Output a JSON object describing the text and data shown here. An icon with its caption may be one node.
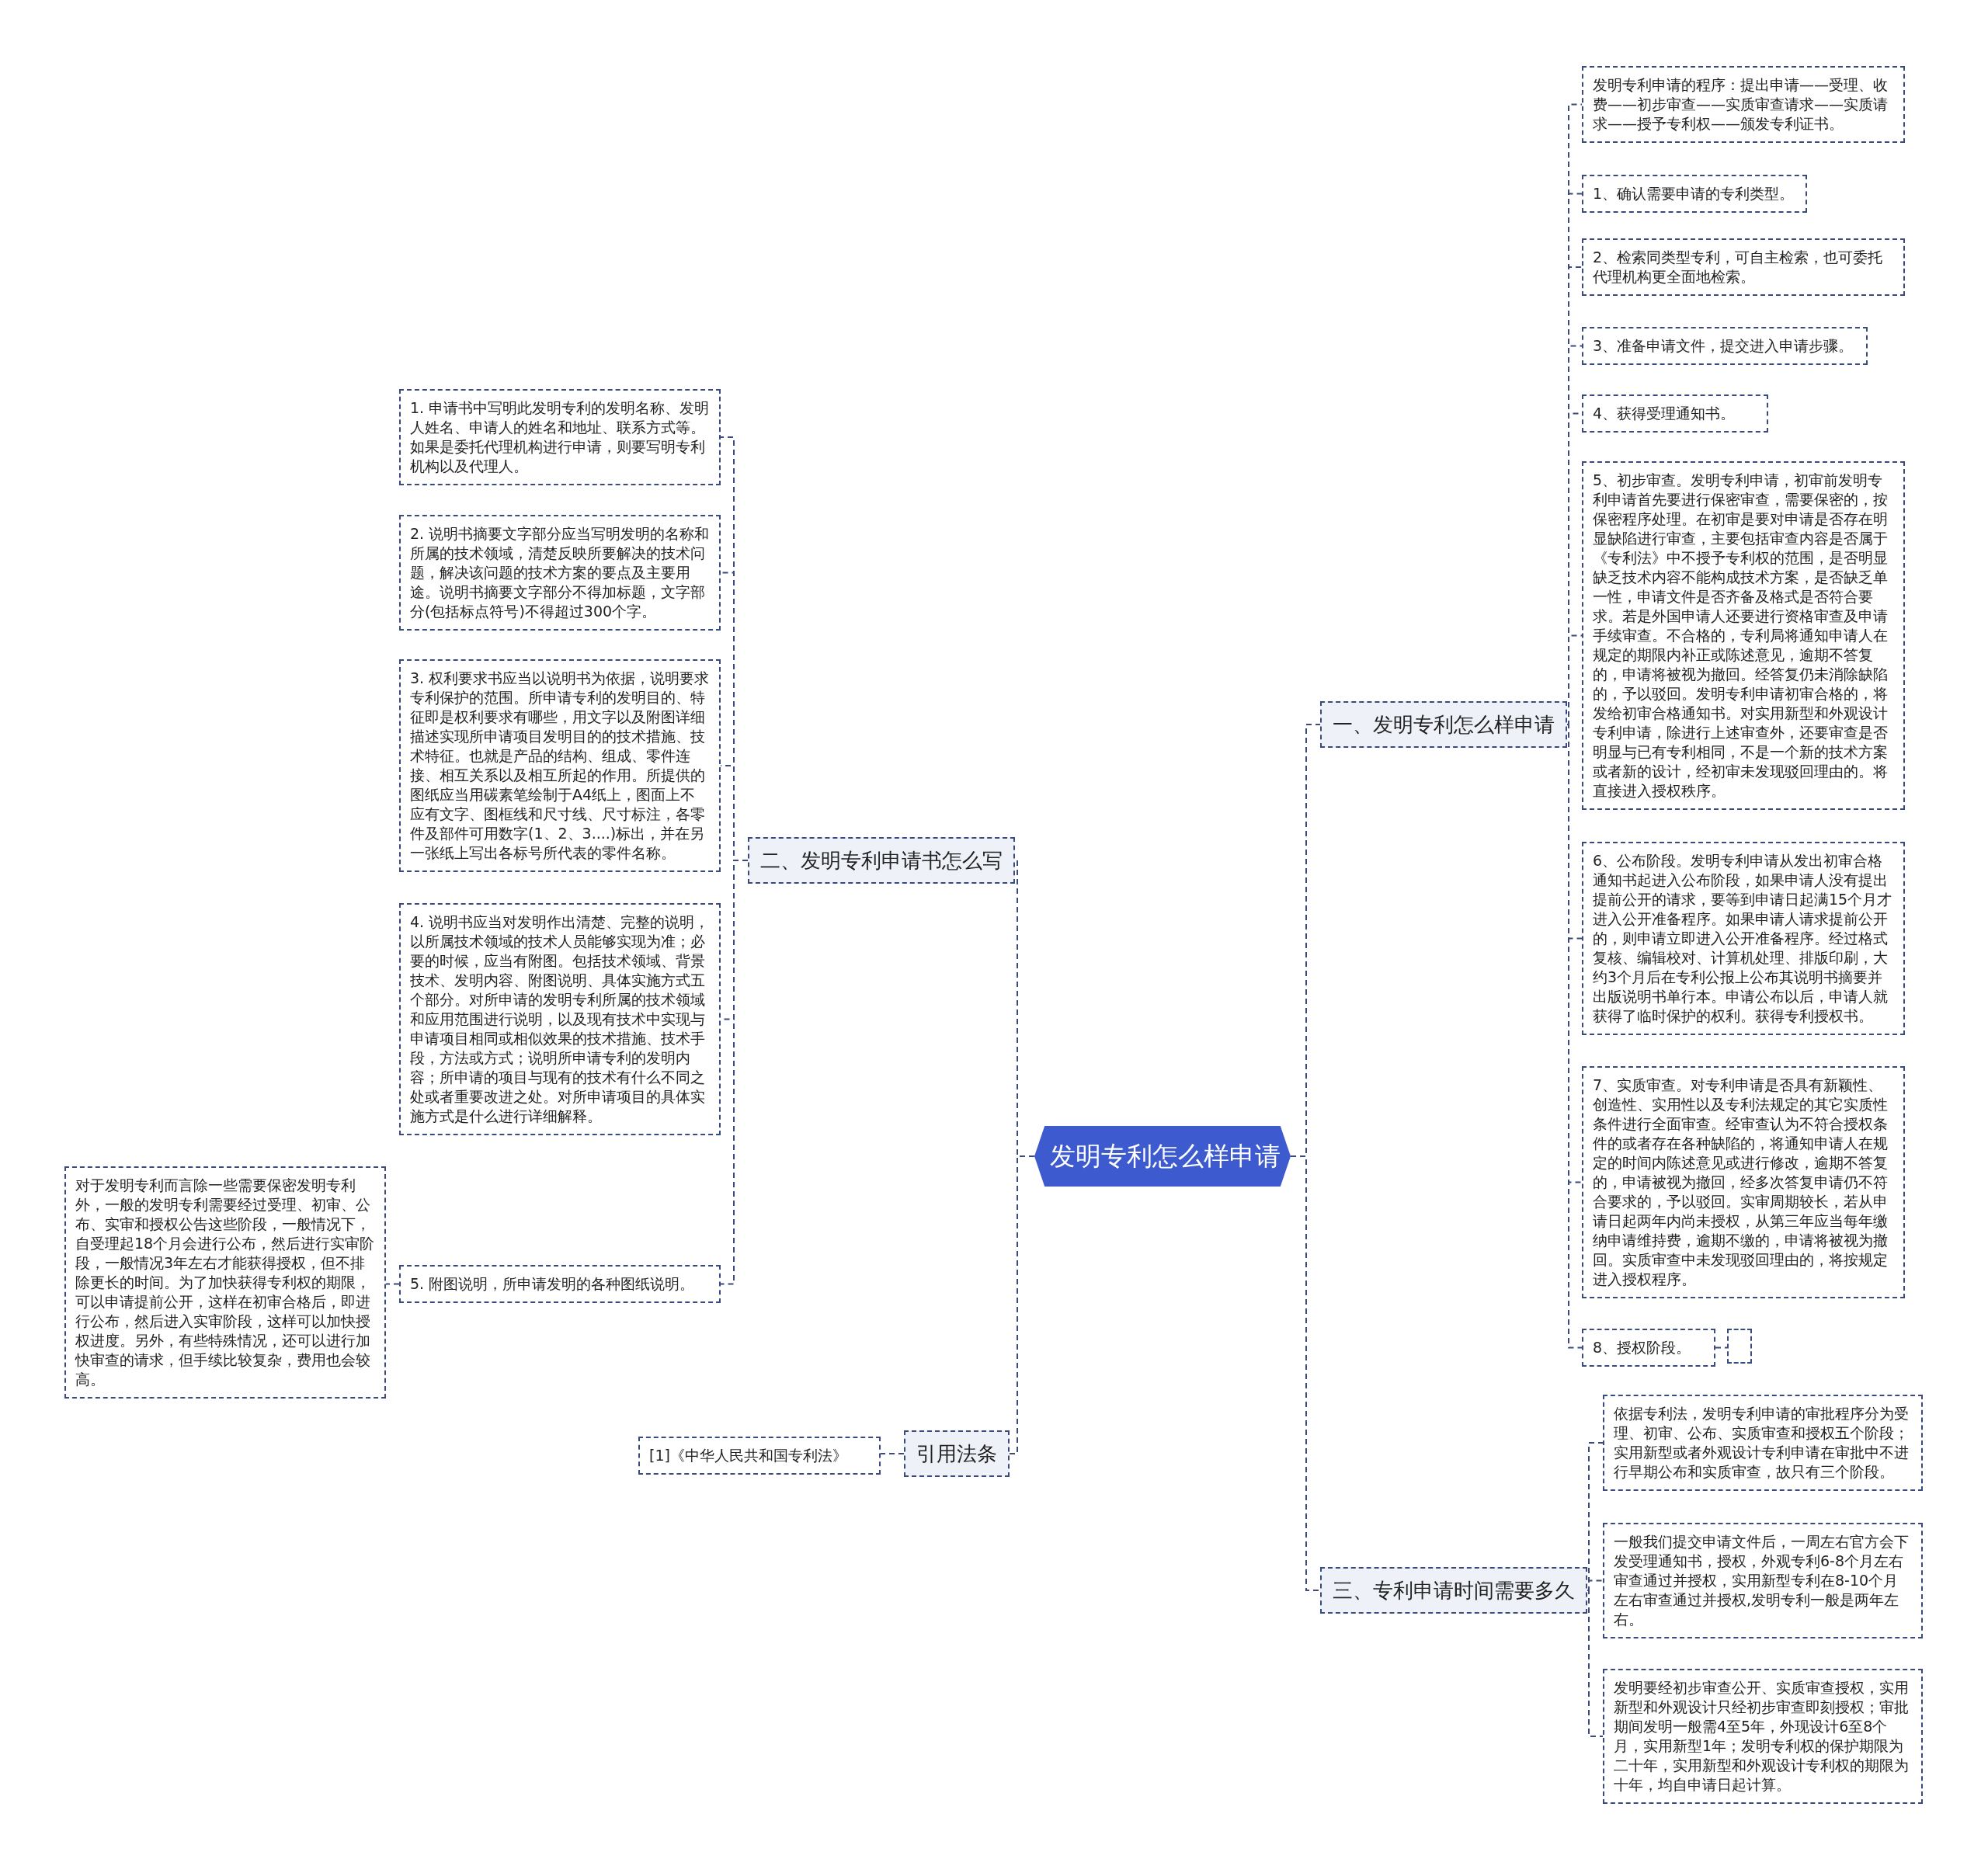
{
  "diagram": {
    "nodes": [
      {
        "text": [
          "发明专利怎么样申请"
        ]
      },
      {
        "text": [
          "一、发明专利怎么样申请"
        ]
      },
      {
        "text": [
          "二、发明专利申请书怎么写"
        ]
      },
      {
        "text": [
          "三、专利申请时间需要多久"
        ]
      },
      {
        "text": [
          "引用法条"
        ]
      },
      {
        "text": [
          "发明专利申请的程序：提出申请——受理、收费——初步审查——实质审查请求——实质请求——授予专利权——颁发专利证书。"
        ]
      },
      {
        "text": [
          "1、确认需要申请的专利类型。"
        ]
      },
      {
        "text": [
          "2、检索同类型专利，可自主检索，也可委托代理机构更全面地检索。"
        ]
      },
      {
        "text": [
          "3、准备申请文件，提交进入申请步骤。"
        ]
      },
      {
        "text": [
          "4、获得受理通知书。"
        ]
      },
      {
        "text": [
          "5、初步审查。发明专利申请，初审前发明专利申请首先要进行保密审查，需要保密的，按保密程序处理。在初审是要对申请是否存在明显缺陷进行审查，主要包括审查内容是否属于《专利法》中不授予专利权的范围，是否明显缺乏技术内容不能构成技术方案，是否缺乏单一性，申请文件是否齐备及格式是否符合要求。若是外国申请人还要进行资格审查及申请手续审查。不合格的，专利局将通知申请人在规定的期限内补正或陈述意见，逾期不答复的，申请将被视为撤回。经答复仍未消除缺陷的，予以驳回。发明专利申请初审合格的，将发给初审合格通知书。对实用新型和外观设计专利申请，除进行上述审查外，还要审查是否明显与已有专利相同，不是一个新的技术方案或者新的设计，经初审未发现驳回理由的。将直接进入授权秩序。"
        ]
      },
      {
        "text": [
          "6、公布阶段。发明专利申请从发出初审合格通知书起进入公布阶段，如果申请人没有提出提前公开的请求，要等到申请日起满15个月才进入公开准备程序。如果申请人请求提前公开的，则申请立即进入公开准备程序。经过格式复核、编辑校对、计算机处理、排版印刷，大约3个月后在专利公报上公布其说明书摘要并出版说明书单行本。申请公布以后，申请人就获得了临时保护的权利。获得专利授权书。"
        ]
      },
      {
        "text": [
          "7、实质审查。对专利申请是否具有新颖性、创造性、实用性以及专利法规定的其它实质性条件进行全面审查。经审查认为不符合授权条件的或者存在各种缺陷的，将通知申请人在规定的时间内陈述意见或进行修改，逾期不答复的，申请被视为撤回，经多次答复申请仍不符合要求的，予以驳回。实审周期较长，若从申请日起两年内尚未授权，从第三年应当每年缴纳申请维持费，逾期不缴的，申请将被视为撤回。实质审查中未发现驳回理由的，将按规定进入授权程序。"
        ]
      },
      {
        "text": [
          "8、授权阶段。"
        ]
      },
      {
        "text": [],
        "shape": "box"
      },
      {
        "text": [
          "依据专利法，发明专利申请的审批程序分为受理、初审、公布、实质审查和授权五个阶段；实用新型或者外观设计专利申请在审批中不进行早期公布和实质审查，故只有三个阶段。"
        ]
      },
      {
        "text": [
          "一般我们提交申请文件后，一周左右官方会下发受理通知书，授权，外观专利6-8个月左右审查通过并授权，实用新型专利在8-10个月左右审查通过并授权,发明专利一般是两年左右。"
        ]
      },
      {
        "text": [
          "发明要经初步审查公开、实质审查授权，实用新型和外观设计只经初步审查即刻授权；审批期间发明一般需4至5年，外现设计6至8个月，实用新型1年；发明专利权的保护期限为二十年，实用新型和外观设计专利权的期限为十年，均自申请日起计算。"
        ]
      },
      {
        "text": [
          "1. 申请书中写明此发明专利的发明名称、发明人姓名、申请人的姓名和地址、联系方式等。如果是委托代理机构进行申请，则要写明专利机构以及代理人。"
        ]
      },
      {
        "text": [
          "2. 说明书摘要文字部分应当写明发明的名称和所属的技术领域，清楚反映所要解决的技术问题，解决该问题的技术方案的要点及主要用途。说明书摘要文字部分不得加标题，文字部分(包括标点符号)不得超过300个字。"
        ]
      },
      {
        "text": [
          "3. 权利要求书应当以说明书为依据，说明要求专利保护的范围。所申请专利的发明目的、特征即是权利要求有哪些，用文字以及附图详细描述实现所申请项目发明目的的技术措施、技术特征。也就是产品的结构、组成、零件连接、相互关系以及相互所起的作用。所提供的图纸应当用碳素笔绘制于A4纸上，图面上不应有文字、图框线和尺寸线、尺寸标注，各零件及部件可用数字(1、2、3....)标出，并在另一张纸上写出各标号所代表的零件名称。"
        ]
      },
      {
        "text": [
          "4. 说明书应当对发明作出清楚、完整的说明，以所属技术领域的技术人员能够实现为准；必要的时候，应当有附图。包括技术领域、背景技术、发明内容、附图说明、具体实施方式五个部分。对所申请的发明专利所属的技术领域和应用范围进行说明，以及现有技术中实现与申请项目相同或相似效果的技术措施、技术手段，方法或方式；说明所申请专利的发明内容；所申请的项目与现有的技术有什么不同之处或者重要改进之处。对所申请项目的具体实施方式是什么进行详细解释。"
        ]
      },
      {
        "text": [
          "5. 附图说明，所申请发明的各种图纸说明。"
        ]
      },
      {
        "text": [
          "对于发明专利而言除一些需要保密发明专利外，一般的发明专利需要经过受理、初审、公布、实审和授权公告这些阶段，一般情况下，自受理起18个月会进行公布，然后进行实审阶段，一般情况3年左右才能获得授权，但不排除更长的时间。为了加快获得专利权的期限，可以申请提前公开，这样在初审合格后，即进行公布，然后进入实审阶段，这样可以加快授权进度。另外，有些特殊情况，还可以进行加快审查的请求，但手续比较复杂，费用也会较高。"
        ]
      },
      {
        "text": [
          "[1]《中华人民共和国专利法》"
        ]
      }
    ],
    "edges": [
      {
        "from": 0,
        "to": 1,
        "arrow": "none"
      },
      {
        "from": 0,
        "to": 2,
        "arrow": "none"
      },
      {
        "from": 0,
        "to": 3,
        "arrow": "none"
      },
      {
        "from": 0,
        "to": 4,
        "arrow": "none"
      },
      {
        "from": 1,
        "to": 5,
        "arrow": "none"
      },
      {
        "from": 1,
        "to": 6,
        "arrow": "none"
      },
      {
        "from": 1,
        "to": 7,
        "arrow": "none"
      },
      {
        "from": 1,
        "to": 8,
        "arrow": "none"
      },
      {
        "from": 1,
        "to": 9,
        "arrow": "none"
      },
      {
        "from": 1,
        "to": 10,
        "arrow": "none"
      },
      {
        "from": 1,
        "to": 11,
        "arrow": "none"
      },
      {
        "from": 1,
        "to": 12,
        "arrow": "none"
      },
      {
        "from": 1,
        "to": 13,
        "arrow": "none"
      },
      {
        "from": 13,
        "to": 14,
        "arrow": "none"
      },
      {
        "from": 3,
        "to": 15,
        "arrow": "none"
      },
      {
        "from": 3,
        "to": 16,
        "arrow": "none"
      },
      {
        "from": 3,
        "to": 17,
        "arrow": "none"
      },
      {
        "from": 2,
        "to": 18,
        "arrow": "none"
      },
      {
        "from": 2,
        "to": 19,
        "arrow": "none"
      },
      {
        "from": 2,
        "to": 20,
        "arrow": "none"
      },
      {
        "from": 2,
        "to": 21,
        "arrow": "none"
      },
      {
        "from": 2,
        "to": 22,
        "arrow": "none"
      },
      {
        "from": 22,
        "to": 23,
        "arrow": "none"
      },
      {
        "from": 4,
        "to": 24,
        "arrow": "none"
      }
    ]
  }
}
